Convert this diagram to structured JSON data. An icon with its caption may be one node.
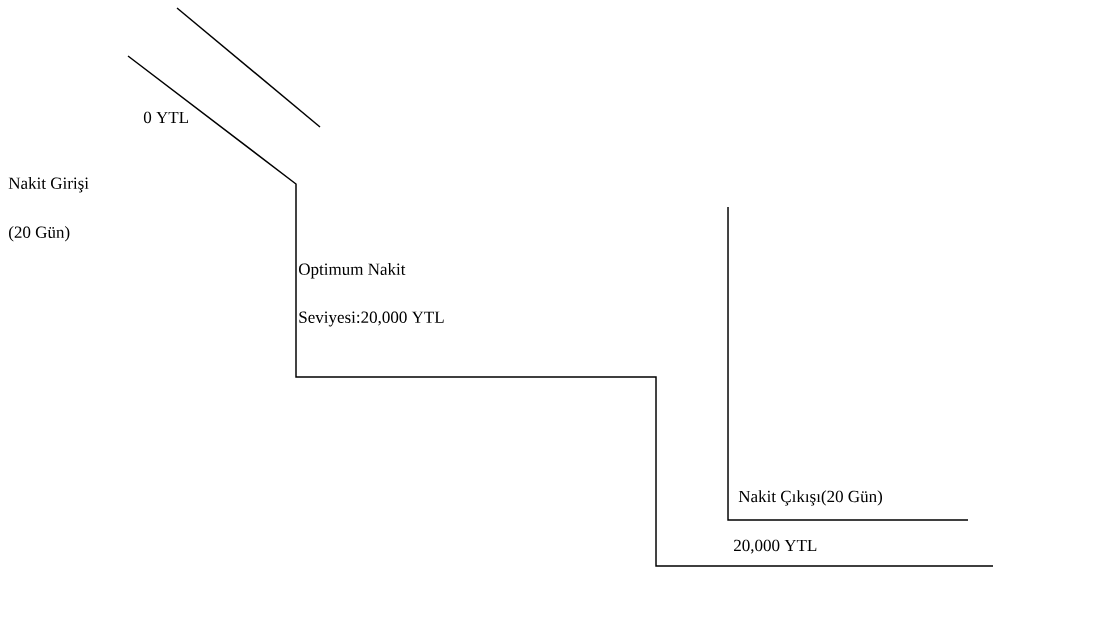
{
  "diagram": {
    "labels": [
      "0 YTL",
      "Nakit Girişi (20 Gün)",
      "Optimum Nakit Seviyesi:20,000 YTL",
      "Nakit Çıkışı(20 Gün)",
      "20,000 YTL"
    ]
  }
}
